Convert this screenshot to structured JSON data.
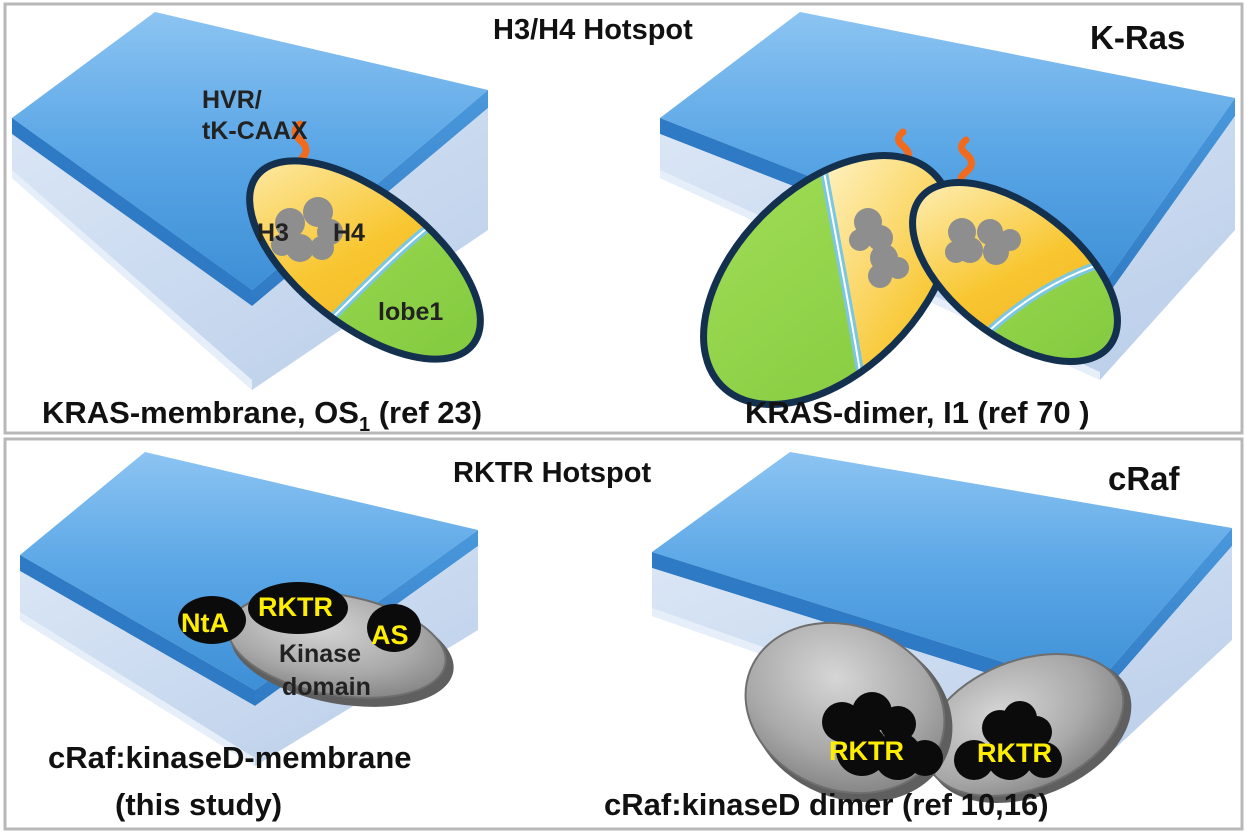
{
  "panel_top": {
    "hotspot_title": "H3/H4 Hotspot",
    "protein": "K-Ras",
    "left": {
      "hvr_line1": "HVR/",
      "hvr_line2": "tK-CAAX",
      "h3": "H3",
      "h4": "H4",
      "lobe": "lobe1",
      "caption_main": "KRAS-membrane, OS",
      "caption_sub": "1",
      "caption_end": " (ref 23)"
    },
    "right": {
      "caption": "KRAS-dimer, I1 (ref 70 )"
    }
  },
  "panel_bottom": {
    "hotspot_title": "RKTR Hotspot",
    "protein": "cRaf",
    "left": {
      "nta": "NtA",
      "rktr": "RKTR",
      "as": "AS",
      "kinase_line1": "Kinase",
      "kinase_line2": "domain",
      "caption_line1": "cRaf:kinaseD-membrane",
      "caption_line2": "(this study)"
    },
    "right": {
      "rktr_a": "RKTR",
      "rktr_b": "RKTR",
      "caption": "cRaf:kinaseD dimer (ref 10,16)"
    }
  },
  "colors": {
    "membrane_top": "#5aa6e6",
    "membrane_underside": "#c7d8ef",
    "kras_green": "#8fd24a",
    "kras_yellow": "#f6c32c",
    "kras_outline": "#14304f",
    "kinase_gray": "#a7a7a7",
    "hotspot_yellow": "#ffee00",
    "lipid_orange": "#f26a1b"
  }
}
